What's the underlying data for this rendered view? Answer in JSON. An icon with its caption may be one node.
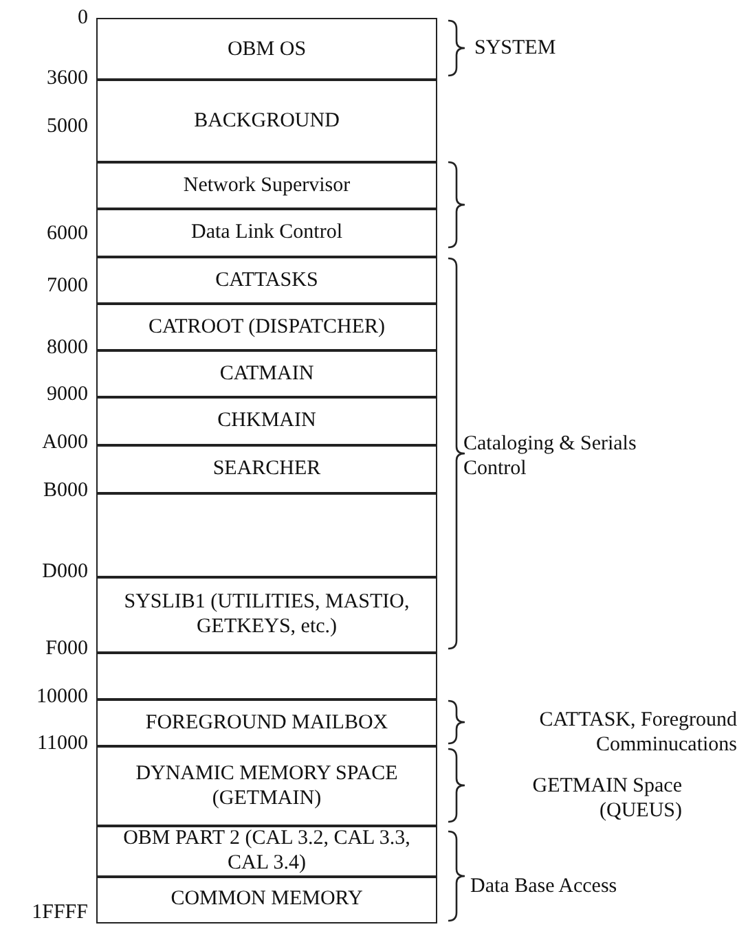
{
  "diagram": {
    "nodes": [
      {
        "text": [
          "OBM OS"
        ]
      },
      {
        "text": [
          "BACKGROUND"
        ]
      },
      {
        "text": [
          "Network Supervisor"
        ]
      },
      {
        "text": [
          "Data Link Control"
        ]
      },
      {
        "text": [
          "CATTASKS"
        ]
      },
      {
        "text": [
          "CATROOT (DISPATCHER)"
        ]
      },
      {
        "text": [
          "CATMAIN"
        ]
      },
      {
        "text": [
          "CHKMAIN"
        ]
      },
      {
        "text": [
          "SEARCHER"
        ]
      },
      {
        "text": [],
        "shape": "box"
      },
      {
        "text": [
          "SYSLIB1 (UTILITIES, MASTIO, GETKEYS, etc.)"
        ]
      },
      {
        "text": [],
        "shape": "box"
      },
      {
        "text": [
          "FOREGROUND MAILBOX"
        ]
      },
      {
        "text": [
          "DYNAMIC MEMORY SPACE (GETMAIN)"
        ]
      },
      {
        "text": [
          "OBM PART 2 (CAL 3.2, CAL 3.3, CAL 3.4)"
        ]
      },
      {
        "text": [
          "COMMON MEMORY"
        ]
      }
    ],
    "labels": [
      "0",
      "SYSTEM",
      "3600",
      "5000",
      "6000",
      "7000",
      "8000",
      "9000",
      "A000",
      "B000",
      "Cataloging & Serials Control",
      "D000",
      "F000",
      "10000",
      "11000",
      "CATTASK, Foreground Comminucations",
      "GETMAIN Space (QUEUS)",
      "Data Base Access",
      "1FFFF"
    ]
  }
}
